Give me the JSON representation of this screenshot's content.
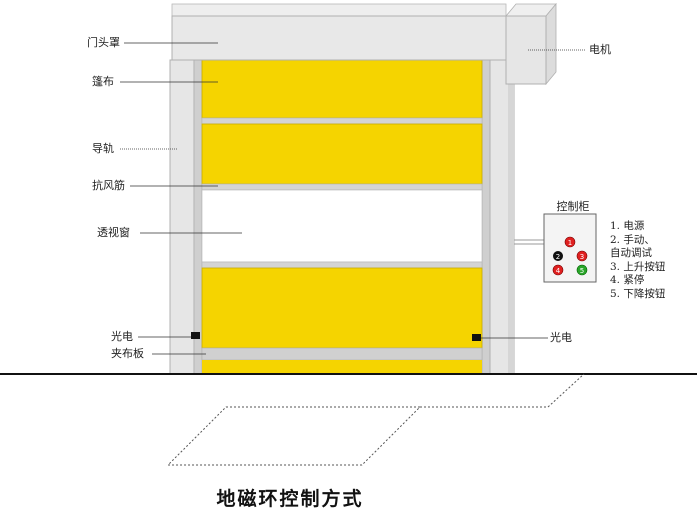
{
  "labels": {
    "head_cover": "门头罩",
    "curtain": "篷布",
    "guide_rail": "导轨",
    "wind_bar": "抗风筋",
    "window": "透视窗",
    "photocell_left": "光电",
    "clamp_plate": "夹布板",
    "photocell_right": "光电",
    "motor": "电机"
  },
  "control_panel": {
    "title": "控制柜",
    "buttons": [
      "1",
      "2",
      "3",
      "4",
      "5"
    ],
    "legend": [
      "1. 电源",
      "2. 手动、",
      "自动调试",
      "3. 上升按钮",
      "4. 紧停",
      "5. 下降按钮"
    ]
  },
  "caption": "地磁环控制方式",
  "colors": {
    "curtain_yellow": "#f5d400",
    "frame_gray": "#e5e5e5",
    "rail_gray": "#d2d2d2",
    "button_red": "#e02020",
    "button_green": "#2aa52a",
    "button_black": "#111111"
  }
}
